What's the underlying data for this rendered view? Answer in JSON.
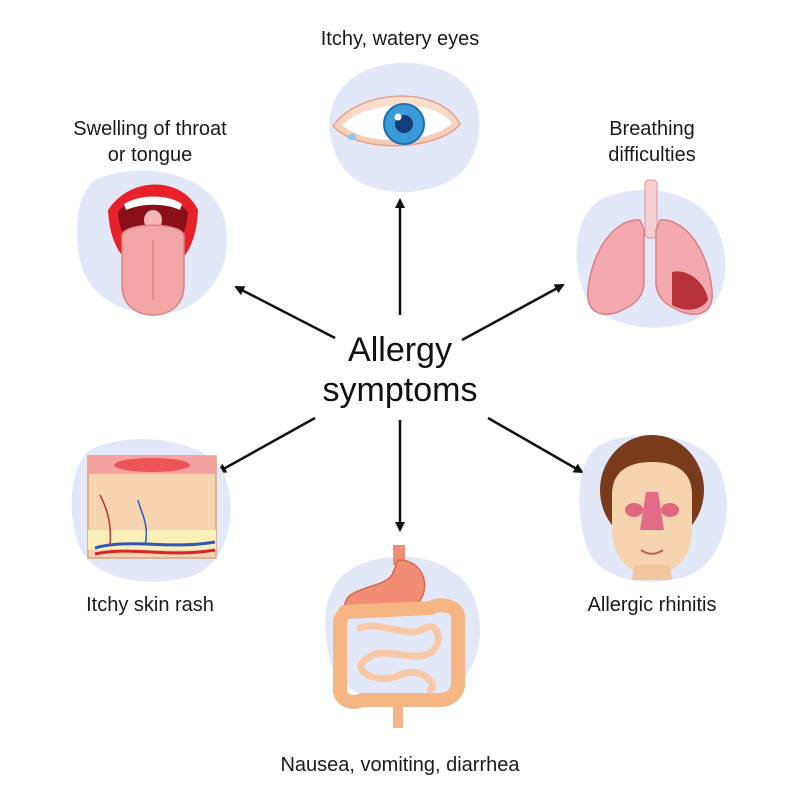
{
  "center": {
    "line1": "Allergy",
    "line2": "symptoms"
  },
  "symptoms": {
    "eyes": {
      "label": "Itchy, watery eyes"
    },
    "throat": {
      "line1": "Swelling of throat",
      "line2": "or tongue"
    },
    "breathing": {
      "line1": "Breathing",
      "line2": "difficulties"
    },
    "skin": {
      "label": "Itchy skin rash"
    },
    "rhinitis": {
      "label": "Allergic rhinitis"
    },
    "digestive": {
      "label": "Nausea, vomiting, diarrhea"
    }
  },
  "colors": {
    "blob": "#e3e8f8",
    "arrow": "#111111",
    "tongue": "#f2a7a6",
    "lip": "#e8202a",
    "lung": "#f4a9ae",
    "skin": "#f6d4b0",
    "hair": "#7a3b1c"
  }
}
